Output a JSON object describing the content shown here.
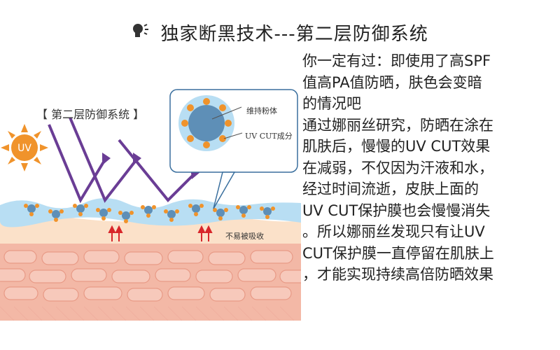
{
  "title": "独家断黑技术---第二层防御系统",
  "illustration": {
    "panel_label": "【  第二层防御系统  】",
    "uv_badge": "UV",
    "zoom_label_powder": "维持粉体",
    "zoom_label_uv": "UV CUT成分",
    "absorb_label": "不易被吸收"
  },
  "body": {
    "line1": "你一定有过：即使用了高SPF",
    "line2": "值高PA值防晒，肤色会变暗",
    "line3": "的情况吧",
    "line4": "通过娜丽丝研究，防晒在涂在",
    "line5": "肌肤后，慢慢的UV CUT效果",
    "line6": "在减弱，不仅因为汗液和水，",
    "line7": "经过时间流逝，皮肤上面的",
    "line8": "UV CUT保护膜也会慢慢消失",
    "line9": "。所以娜丽丝发现只有让UV",
    "line10": "CUT保护膜一直停留在肌肤上",
    "line11": "，才能实现持续高倍防晒效果"
  },
  "colors": {
    "accent_purple": "#6a3d95",
    "sun_orange": "#f0932b",
    "skin_pink": "#f6c3b5",
    "water_blue": "#a9d6ef",
    "arrow_red": "#d8262a"
  }
}
